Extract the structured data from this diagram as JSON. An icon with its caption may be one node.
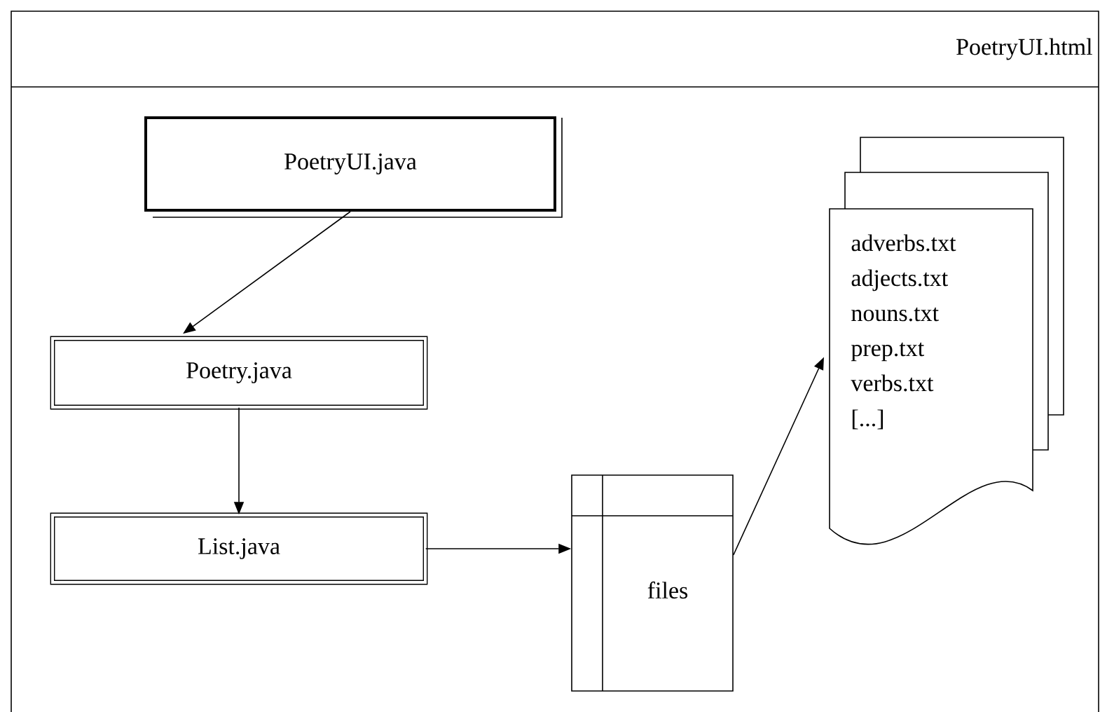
{
  "diagram": {
    "nodes": [
      {
        "text": [
          "PoetryUI.html"
        ]
      },
      {
        "text": [
          "PoetryUI.java"
        ],
        "in": 0
      },
      {
        "text": [
          "Poetry.java"
        ],
        "in": 0
      },
      {
        "text": [
          "List.java"
        ],
        "in": 0
      },
      {
        "text": [
          "files"
        ],
        "in": 0
      },
      {
        "text": [
          "adverbs.txt",
          "adjects.txt",
          "nouns.txt",
          "prep.txt",
          "verbs.txt",
          "[...]"
        ],
        "in": 0
      }
    ],
    "edges": [
      {
        "from": 1,
        "to": 2,
        "arrow": "to"
      },
      {
        "from": 2,
        "to": 3,
        "arrow": "to"
      },
      {
        "from": 3,
        "to": 4,
        "arrow": "to"
      },
      {
        "from": 4,
        "to": 5,
        "arrow": "to"
      }
    ]
  }
}
